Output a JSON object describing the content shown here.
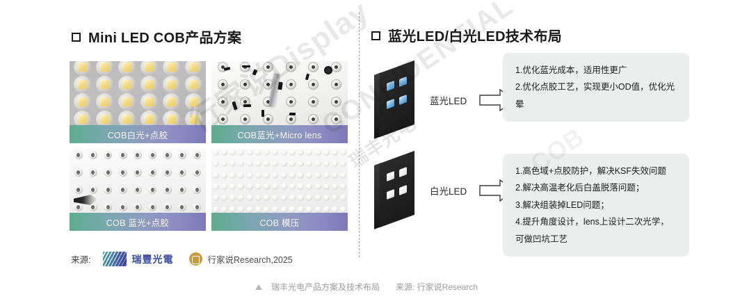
{
  "slide": {
    "left_heading": "Mini LED COB产品方案",
    "right_heading": "蓝光LED/白光LED技术布局",
    "watermarks": {
      "w1": "行家说Display",
      "w2": "CONFIDENTIAL",
      "w3": "瑞丰光电",
      "w4": "COB"
    }
  },
  "photos": [
    {
      "caption": "COB白光+点胶",
      "name": "photo-cob-white-dispensing"
    },
    {
      "caption": "COB蓝光+Micro lens",
      "name": "photo-cob-blue-microlens"
    },
    {
      "caption": "COB 蓝光+点胶",
      "name": "photo-cob-blue-dispensing"
    },
    {
      "caption": "COB 模压",
      "name": "photo-cob-molding"
    }
  ],
  "source": {
    "label": "来源:",
    "company_logo_text": "瑞豐光電",
    "research_logo_text": "行家说Research,2025"
  },
  "tech_rows": [
    {
      "led_label": "蓝光LED",
      "bullets": [
        "1.优化蓝光成本，适用性更广",
        "2.优化点胶工艺，实现更小OD值，优化光晕"
      ]
    },
    {
      "led_label": "白光LED",
      "bullets": [
        "1.高色域+点胶防护，解决KSF失效问题",
        "2.解决高温老化后白盖脱落问题；",
        "3.解决组装掉LED问题；",
        "4.提升角度设计，lens上设计二次光学，可做凹坑工艺"
      ]
    }
  ],
  "footer": {
    "caption": "瑞丰光电产品方案及技术布局",
    "source": "来源: 行家说Research"
  },
  "colors": {
    "caption_bar_start": "#5dad8f",
    "caption_bar_end": "#7d79b8",
    "callout_bg": "#eceded",
    "brand_blue": "#3b4ba0",
    "brand_gold": "#c89a3e",
    "footer_text": "#9b9b9b"
  }
}
